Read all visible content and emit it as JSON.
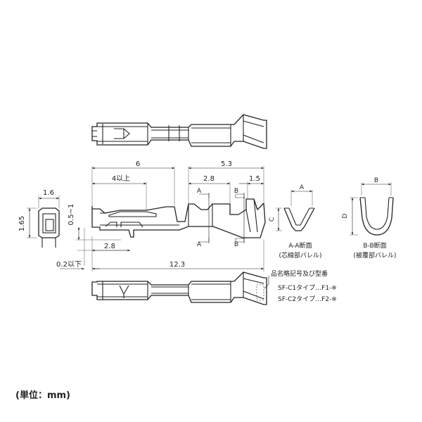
{
  "dimensions": {
    "d6": "6",
    "d5_3": "5.3",
    "d4": "4以上",
    "d2_8_top": "2.8",
    "d1_5": "1.5",
    "d1_6": "1.6",
    "d1_65": "1.65",
    "d0_5": "0.5~1",
    "d2_8_bot": "2.8",
    "d0_2": "0.2以下",
    "d12_3": "12.3"
  },
  "section_markers": {
    "a": "A",
    "b": "B"
  },
  "sections": {
    "aa": {
      "dim_top": "A",
      "dim_side": "C",
      "title": "A-A断面",
      "subtitle": "(芯線部バレル)"
    },
    "bb": {
      "dim_top": "B",
      "dim_side": "D",
      "title": "B-B断面",
      "subtitle": "(被覆部バレル)"
    }
  },
  "marking": {
    "heading": "品名略記号及び型番",
    "lines": [
      "SF-C1タイプ…F1-※",
      "SF-C2タイプ…F2-※"
    ]
  },
  "unit_note": "(単位：mm)"
}
